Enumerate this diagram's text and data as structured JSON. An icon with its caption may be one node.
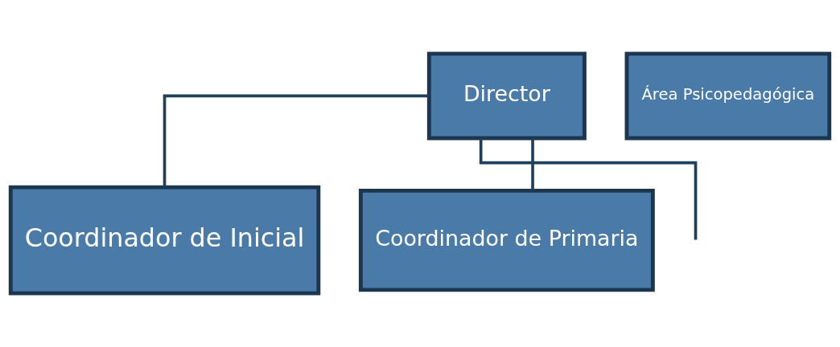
{
  "diagram": {
    "nodes": [
      {
        "text": [
          "Director"
        ]
      },
      {
        "text": [
          "Área Psicopedagógica"
        ]
      },
      {
        "text": [
          "Coordinador de Inicial"
        ]
      },
      {
        "text": [
          "Coordinador de Primaria"
        ]
      }
    ],
    "edges": [
      {
        "from": 0,
        "to": 2,
        "arrow": "none"
      },
      {
        "from": 0,
        "to": 3,
        "arrow": "none"
      },
      {
        "from": 0,
        "to": null,
        "arrow": "none"
      }
    ]
  }
}
